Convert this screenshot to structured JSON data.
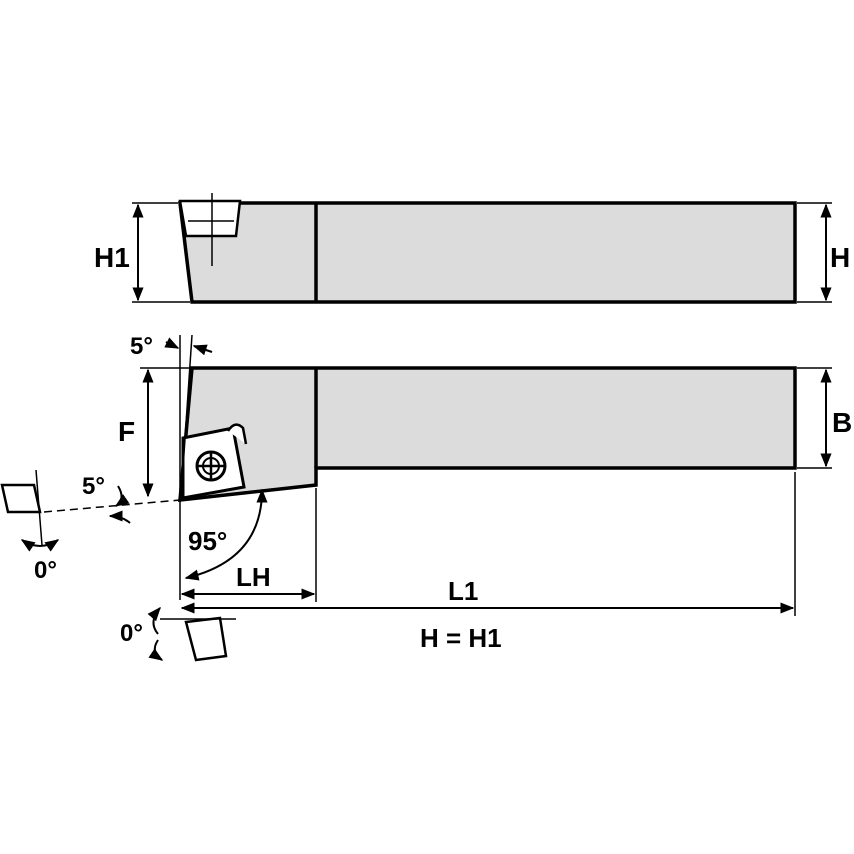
{
  "labels": {
    "h1_side": "H1",
    "h_side": "H",
    "f": "F",
    "b": "B",
    "clearance_top": "5°",
    "clearance_side": "5°",
    "lead_angle": "95°",
    "lh": "LH",
    "l1": "L1",
    "rake_left": "0°",
    "rake_bottom": "0°",
    "equation": "H = H1"
  },
  "colors": {
    "body_fill": "#dcdcdc",
    "stroke": "#000000"
  }
}
